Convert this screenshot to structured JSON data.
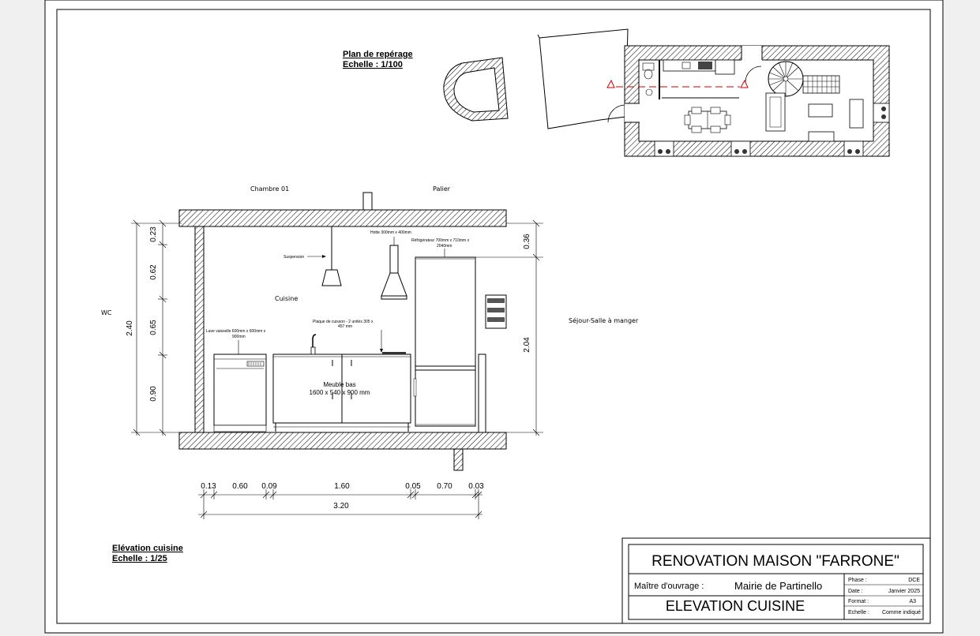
{
  "plan": {
    "title": "Plan de repérage",
    "scale": "Echelle : 1/100"
  },
  "elevation": {
    "title": "Elévation cuisine",
    "scale": "Echelle : 1/25",
    "rooms": {
      "chambre": "Chambre 01",
      "palier": "Palier",
      "cuisine": "Cuisine",
      "wc": "WC",
      "sejour": "Séjour-Salle à manger"
    },
    "annotations": {
      "suspension": "Suspension",
      "hotte": "Hotte 300mm x 400mm",
      "refrigerateur_1": "Réfrigérateur 700mm x 710mm x",
      "refrigerateur_2": "2040mm",
      "lave_vaisselle_1": "Lave vaisselle 600mm x 600mm x",
      "lave_vaisselle_2": "900mm",
      "plaque_1": "Plaque de cuisson - 2 unités 305 x",
      "plaque_2": "457 mm",
      "meuble_1": "Meuble bas",
      "meuble_2": "1600 x 540 x 900 mm"
    },
    "dims_left": {
      "total": "2.40",
      "d1": "0.23",
      "d2": "0.62",
      "d3": "0.65",
      "d4": "0.90"
    },
    "dims_right": {
      "d1": "0.36",
      "d2": "2.04"
    },
    "dims_bottom": {
      "d1": "0.13",
      "d2": "0.60",
      "d3": "0.09",
      "d4": "1.60",
      "d5": "0.05",
      "d6": "0.70",
      "d7": "0.03",
      "total": "3.20"
    }
  },
  "titleblock": {
    "project": "RENOVATION MAISON \"FARRONE\"",
    "owner_label": "Maître d'ouvrage :",
    "owner": "Mairie de Partinello",
    "drawing": "ELEVATION CUISINE",
    "phase_label": "Phase :",
    "phase": "DCE",
    "date_label": "Date :",
    "date": "Janvier 2025",
    "format_label": "Format :",
    "format": "A3",
    "echelle_label": "Echelle :",
    "echelle": "Comme indiqué"
  },
  "colors": {
    "section_mark": "#cc0000",
    "hatch": "#000000",
    "background": "#f0f0f0"
  }
}
